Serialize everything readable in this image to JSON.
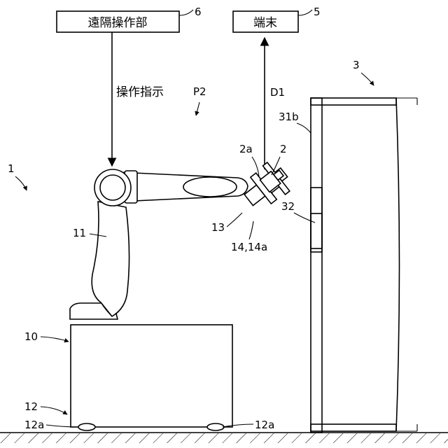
{
  "boxes": {
    "remote_unit": "遠隔操作部",
    "terminal": "端末"
  },
  "texts": {
    "operation_instruction": "操作指示",
    "data_d1": "D1",
    "position_p2": "P2"
  },
  "reference_numerals": {
    "n6": "6",
    "n5": "5",
    "n3": "3",
    "n1": "1",
    "n2a": "2a",
    "n2": "2",
    "n31b": "31b",
    "n32": "32",
    "n13": "13",
    "n14": "14,14a",
    "n11": "11",
    "n10": "10",
    "n12": "12",
    "n12a_left": "12a",
    "n12a_right": "12a"
  }
}
